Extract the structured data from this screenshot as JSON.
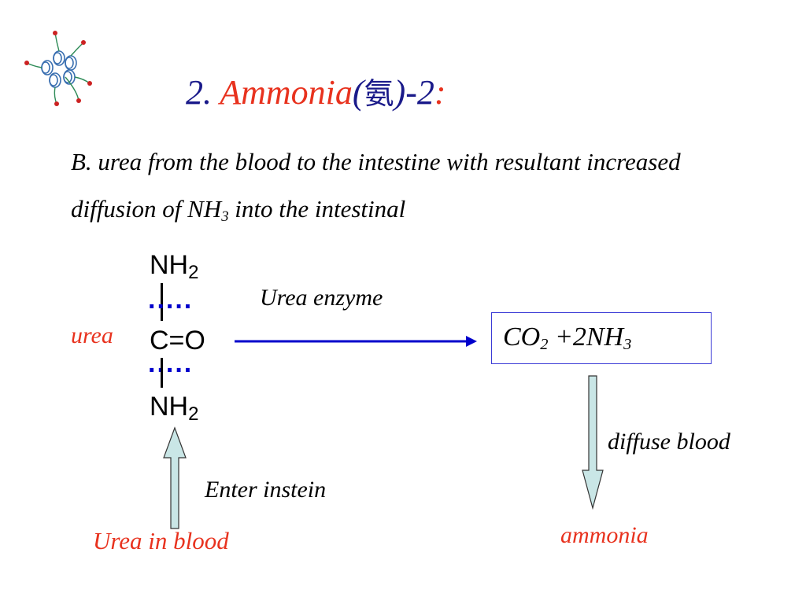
{
  "slide": {
    "title": {
      "number": "2.",
      "word": "Ammonia",
      "paren_open": "(",
      "chinese": "氨",
      "paren_close": ")",
      "suffix": "-2",
      "colon": ":"
    },
    "body": {
      "line1": "B. urea from the blood to the intestine with resultant increased",
      "line2_pre": "diffusion of NH",
      "line2_sub": "3",
      "line2_post": " into the intestinal"
    },
    "molecule": {
      "top_group": "NH",
      "top_sub": "2",
      "center": "C=O",
      "bottom_group": "NH",
      "bottom_sub": "2",
      "hbond_dots": "....."
    },
    "labels": {
      "urea": "urea",
      "enzyme": "Urea enzyme",
      "diffuse": "diffuse blood",
      "enter": "Enter instein",
      "urea_in_blood": "Urea in blood",
      "ammonia": "ammonia"
    },
    "product_box": {
      "co": "CO",
      "co_sub": "2",
      "mid": " +2NH",
      "nh_sub": "3"
    },
    "colors": {
      "title_blue": "#1a1a8a",
      "accent_red": "#e8321e",
      "arrow_blue": "#0000cc",
      "box_border": "#3b3bd6",
      "hollow_arrow_fill": "#c9e6e6"
    },
    "icons": {
      "logo": "protein-structure-icon"
    }
  }
}
